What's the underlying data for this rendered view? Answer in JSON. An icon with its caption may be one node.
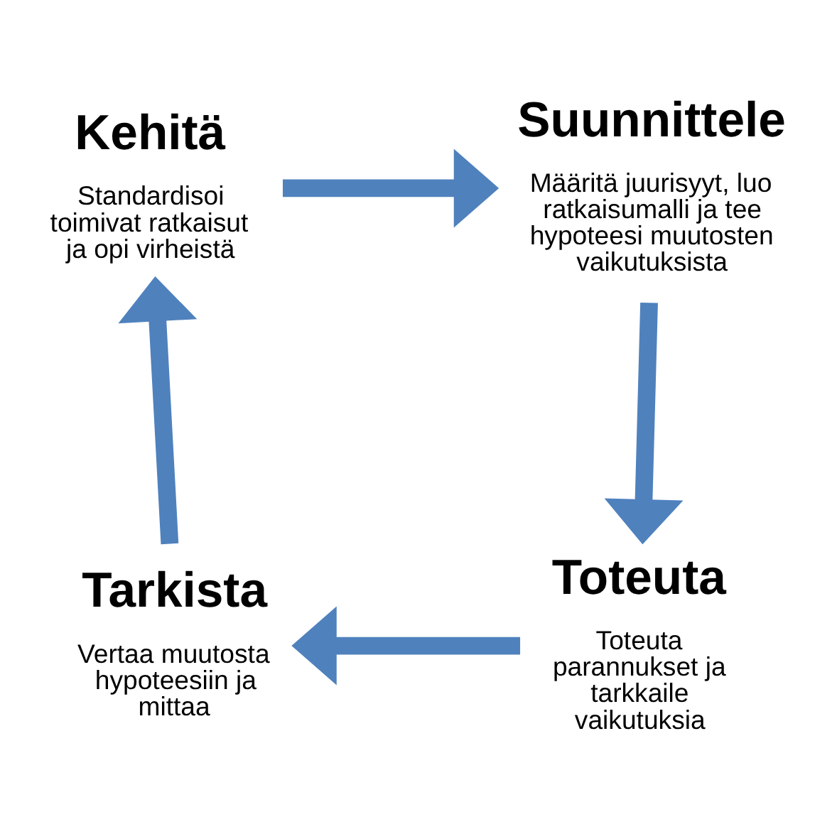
{
  "diagram": {
    "nodes": [
      {
        "text": [
          "Kehitä",
          "Standardisoi toimivat ratkaisut ja opi virheistä"
        ]
      },
      {
        "text": [
          "Suunnittele",
          "Määritä juurisyyt, luo ratkaisumalli ja tee hypoteesi muutosten vaikutuksista"
        ]
      },
      {
        "text": [
          "Toteuta",
          "Toteuta parannukset ja tarkkaile vaikutuksia"
        ]
      },
      {
        "text": [
          "Tarkista",
          "Vertaa muutosta hypoteesiin ja mittaa"
        ]
      }
    ],
    "edges": [
      {
        "from": 0,
        "to": 1,
        "arrow": "to"
      },
      {
        "from": 1,
        "to": 2,
        "arrow": "to"
      },
      {
        "from": 2,
        "to": 3,
        "arrow": "to"
      },
      {
        "from": 3,
        "to": 0,
        "arrow": "to"
      }
    ]
  }
}
